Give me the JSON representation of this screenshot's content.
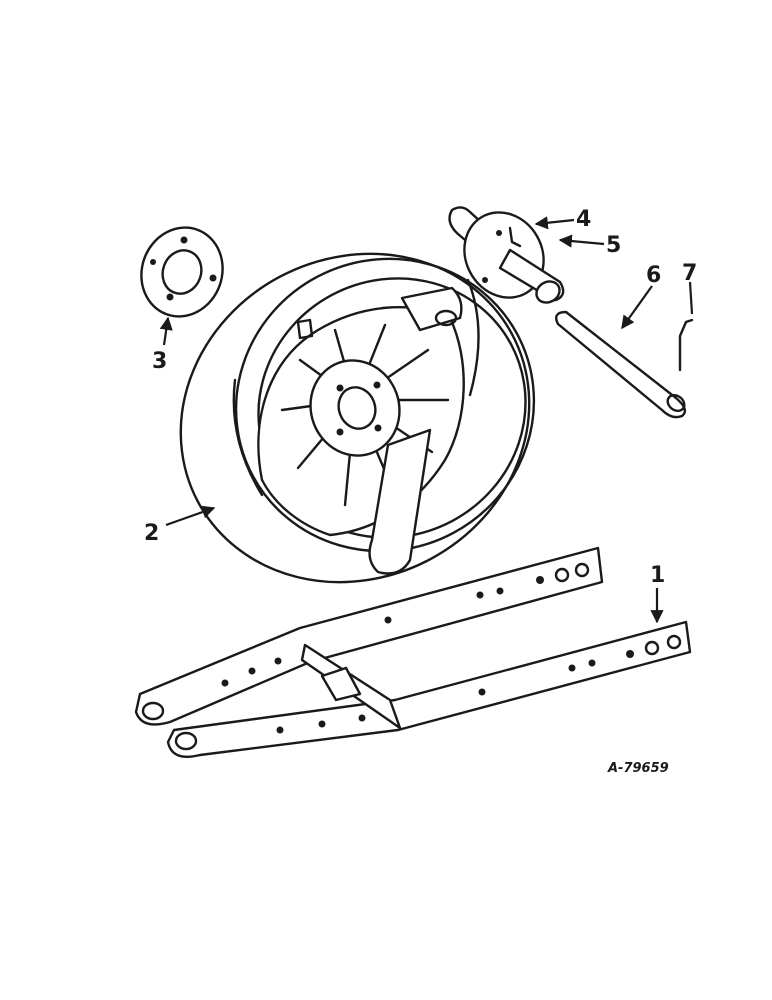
{
  "diagram": {
    "reference_code": "A-79659",
    "callouts": [
      {
        "id": "1",
        "label": "1"
      },
      {
        "id": "2",
        "label": "2"
      },
      {
        "id": "3",
        "label": "3"
      },
      {
        "id": "4",
        "label": "4"
      },
      {
        "id": "5",
        "label": "5"
      },
      {
        "id": "6",
        "label": "6"
      },
      {
        "id": "7",
        "label": "7"
      }
    ]
  }
}
